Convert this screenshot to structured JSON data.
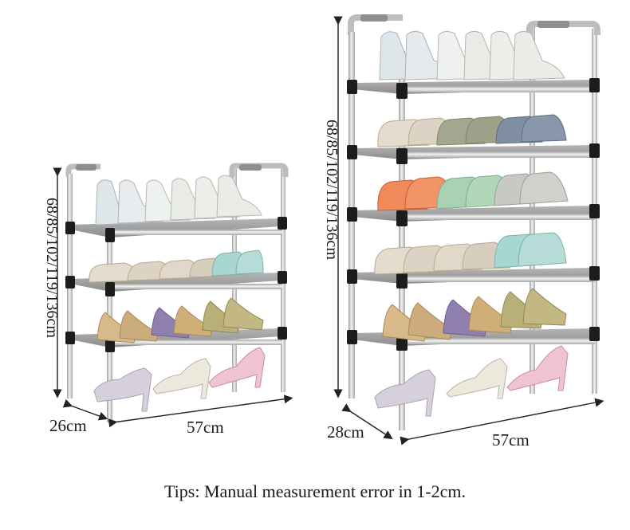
{
  "small_rack": {
    "height_label": "68/85/102/119/136cm",
    "depth_label": "26cm",
    "width_label": "57cm"
  },
  "large_rack": {
    "height_label": "68/85/102/119/136cm",
    "depth_label": "28cm",
    "width_label": "57cm"
  },
  "tips": "Tips: Manual measurement error in 1-2cm.",
  "colors": {
    "frame_tube": "#d4d4d4",
    "connector": "#1c1c1c",
    "shelf_fabric": "#9a9a9a",
    "dimension_line": "#222222"
  }
}
